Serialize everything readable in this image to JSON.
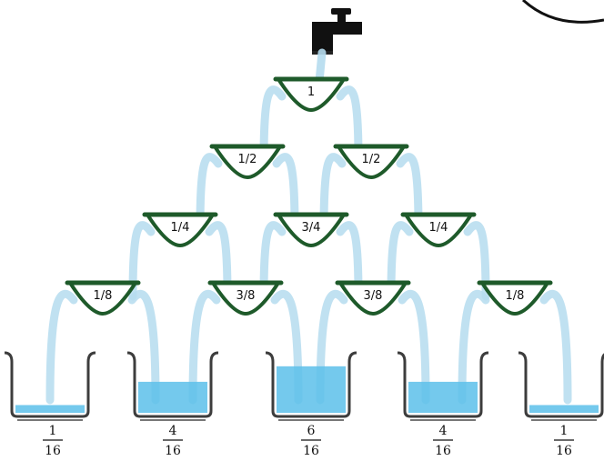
{
  "colors": {
    "bowl_stroke": "#1e5a2a",
    "water": "#b5dcee",
    "water_fill": "#5cc0ea",
    "glass": "#3d3d3d",
    "faucet": "#111111"
  },
  "faucet": {
    "icon": "faucet-icon"
  },
  "bowls": [
    {
      "row": 0,
      "label": "1"
    },
    {
      "row": 1,
      "label": "1/2"
    },
    {
      "row": 1,
      "label": "1/2"
    },
    {
      "row": 2,
      "label": "1/4"
    },
    {
      "row": 2,
      "label": "3/4"
    },
    {
      "row": 2,
      "label": "1/4"
    },
    {
      "row": 3,
      "label": "1/8"
    },
    {
      "row": 3,
      "label": "3/8"
    },
    {
      "row": 3,
      "label": "3/8"
    },
    {
      "row": 3,
      "label": "1/8"
    }
  ],
  "containers": [
    {
      "numerator": "1",
      "denominator": "16",
      "fill": 0.0625
    },
    {
      "numerator": "4",
      "denominator": "16",
      "fill": 0.25
    },
    {
      "numerator": "6",
      "denominator": "16",
      "fill": 0.375
    },
    {
      "numerator": "4",
      "denominator": "16",
      "fill": 0.25
    },
    {
      "numerator": "1",
      "denominator": "16",
      "fill": 0.0625
    }
  ]
}
